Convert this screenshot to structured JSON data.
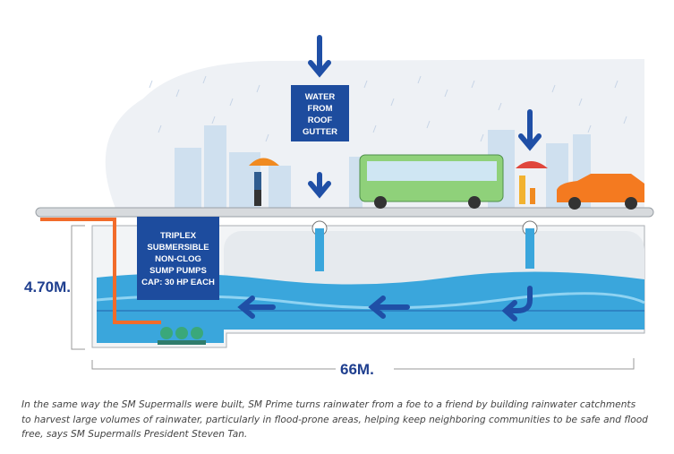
{
  "labels": {
    "roof_gutter": [
      "WATER",
      "FROM",
      "ROOF",
      "GUTTER"
    ],
    "pumps": [
      "TRIPLEX",
      "SUBMERSIBLE",
      "NON-CLOG",
      "SUMP PUMPS",
      "CAP: 30 HP EACH"
    ]
  },
  "dimensions": {
    "depth": "4.70M.",
    "length": "66M."
  },
  "caption": "In the same way the SM Supermalls were built, SM Prime turns rainwater from a foe to a friend by building rainwater catchments to harvest large volumes of rainwater, particularly in flood-prone areas, helping keep neighboring communities to be safe and flood free, says SM Supermalls President Steven Tan.",
  "colors": {
    "label_bg": "#1d4c9e",
    "arrow": "#1f4fa6",
    "water": "#3aa6dc",
    "pipe": "#f26b2a",
    "bus": "#8fd17a",
    "car": "#f47a20"
  }
}
